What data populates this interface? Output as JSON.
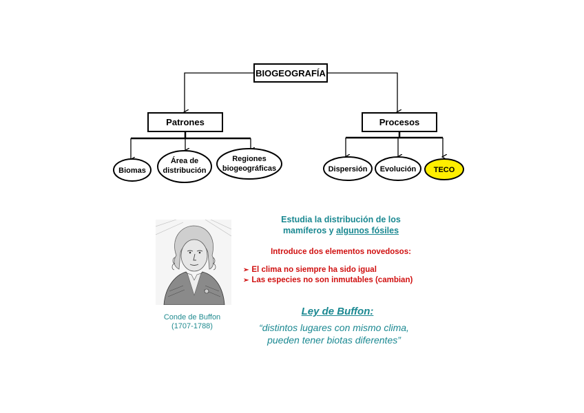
{
  "diagram": {
    "root": "BIOGEOGRAFÍA",
    "branches": [
      {
        "label": "Patrones",
        "children": [
          {
            "line1": "Biomas",
            "line2": ""
          },
          {
            "line1": "Área de",
            "line2": "distribución"
          },
          {
            "line1": "Regiones",
            "line2": "biogeográficas"
          }
        ]
      },
      {
        "label": "Procesos",
        "children": [
          {
            "line1": "Dispersión",
            "line2": ""
          },
          {
            "line1": "Evolución",
            "line2": ""
          },
          {
            "line1": "TECO",
            "line2": ""
          }
        ]
      }
    ],
    "highlight_color": "#ffee00"
  },
  "portrait": {
    "caption_name": "Conde de Buffon",
    "caption_years": "(1707-1788)"
  },
  "text": {
    "studies_line1": "Estudia la distribución de los",
    "studies_line2_a": "mamíferos y ",
    "studies_line2_b": "algunos fósiles",
    "introduces": "Introduce dos elementos novedosos:",
    "points": [
      "El clima no siempre ha sido igual",
      "Las especies no son inmutables (cambian)"
    ],
    "law_title": "Ley de Buffon:",
    "law_quote_line1": "“distintos lugares con mismo clima,",
    "law_quote_line2": "pueden tener biotas diferentes”"
  },
  "colors": {
    "teal": "#1a8891",
    "red": "#d01010"
  }
}
